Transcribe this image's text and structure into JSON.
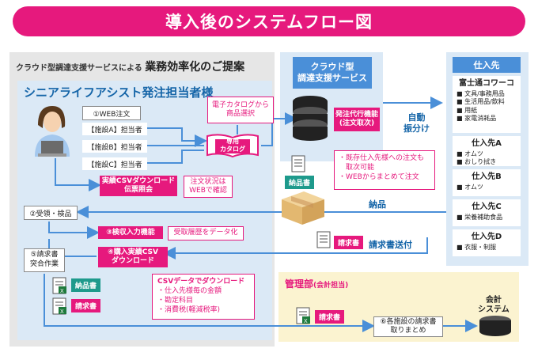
{
  "title": "導入後のシステムフロー図",
  "proposal": {
    "prefix": "クラウド型調達支援サービスによる",
    "main": "業務効率化のご提案"
  },
  "client": {
    "title": "シニアライフアシスト発注担当者様",
    "web_order": "①WEB注文",
    "facilities": [
      "【施設A】担当者",
      "【施設B】担当者",
      "【施設C】担当者"
    ],
    "csv_download_history": "実績CSVダウンロード\n伝票照会",
    "status_note": "注文状況は\nWEBで確認",
    "receipt": "②受領・検品",
    "inspection_function": "③検収入力機能",
    "inspection_note": "受取履歴をデータ化",
    "purchase_csv": "④購入実績CSV\nダウンロード",
    "invoice_check": "⑤請求書\n突合作業",
    "delivery_slip": "納品書",
    "invoice": "請求書",
    "csv_box_title": "CSVデータでダウンロード",
    "csv_box_items": [
      "・仕入先様毎の金額",
      "・勘定科目",
      "・消費税(軽減税率)"
    ]
  },
  "catalog": {
    "note": "電子カタログから\n商品選択",
    "label": "専用\nカタログ"
  },
  "cloud": {
    "title": "クラウド型\n調達支援サービス",
    "function": "発注代行機能\n(注文取次)",
    "auto_distribute": "自動\n振分け",
    "notes": [
      "・既存仕入先様への注文も",
      "　取次可能",
      "・WEBからまとめて注文"
    ],
    "delivery_slip": "納品書",
    "delivery": "納品",
    "invoice": "請求書",
    "invoice_send": "請求書送付"
  },
  "suppliers": {
    "title": "仕入先",
    "list": [
      {
        "name": "富士通コワーコ",
        "items": [
          "■ 文具/事務用品",
          "■ 生活用品/飲料",
          "■ 用紙",
          "■ 家電消耗品"
        ]
      },
      {
        "name": "仕入先A",
        "items": [
          "■ オムツ",
          "■ おしり拭き"
        ]
      },
      {
        "name": "仕入先B",
        "items": [
          "■ オムツ"
        ]
      },
      {
        "name": "仕入先C",
        "items": [
          "■ 栄養補助食品"
        ]
      },
      {
        "name": "仕入先D",
        "items": [
          "■ 衣服・制服"
        ]
      }
    ]
  },
  "management": {
    "title": "管理部",
    "subtitle": "(会計担当)",
    "invoice": "請求書",
    "step6": "⑥各施設の請求書\n取りまとめ",
    "accounting": "会計\nシステム"
  },
  "colors": {
    "pink": "#e6197d",
    "blue": "#4a8fd8",
    "dark_blue": "#1565a8"
  }
}
